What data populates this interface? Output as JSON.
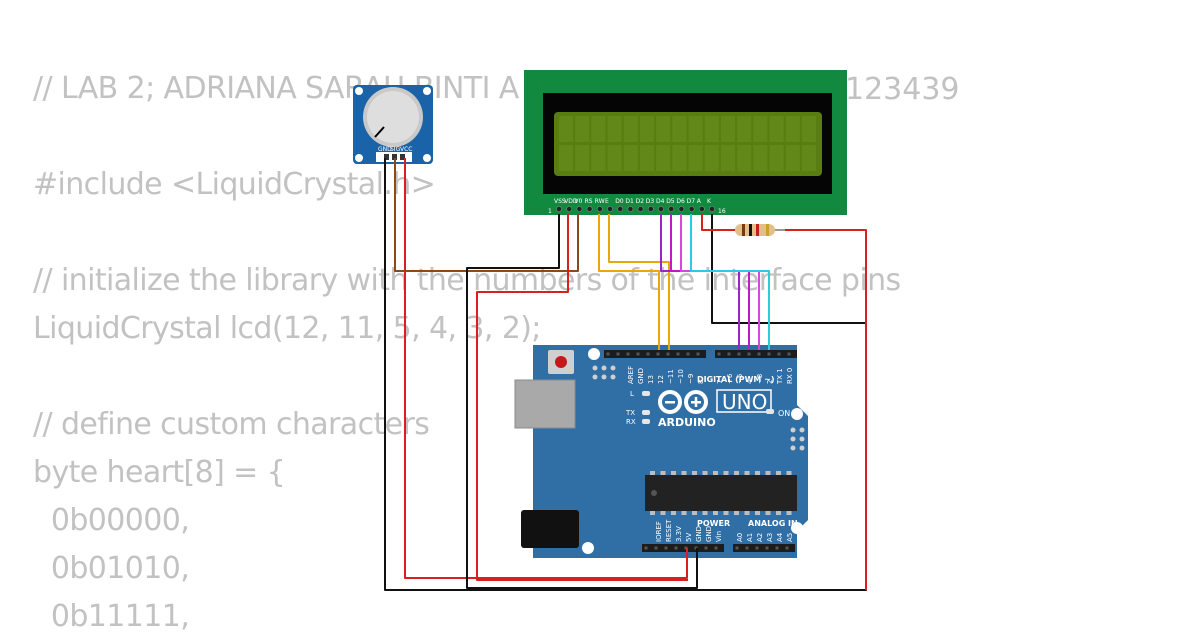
{
  "code_background": {
    "lines": [
      "// LAB 2; ADRIANA SARAH BINTI A",
      "",
      "#include <LiquidCrystal.h>",
      "",
      "// initialize the library with the numbers of the interface pins",
      "LiquidCrystal lcd(12, 11, 5, 4, 3, 2);",
      "",
      "// define custom characters",
      "byte heart[8] = {",
      "  0b00000,",
      "  0b01010,",
      "  0b11111,"
    ],
    "visible_fragment_right": "123439"
  },
  "lcd": {
    "pin_labels": [
      "VSS",
      "VDD",
      "V0",
      "RS",
      "RW",
      "E",
      "D0",
      "D1",
      "D2",
      "D3",
      "D4",
      "D5",
      "D6",
      "D7",
      "A",
      "K"
    ],
    "pin_first": "1",
    "pin_last": "16"
  },
  "potentiometer": {
    "pin_labels": [
      "GND",
      "SIG",
      "VCC"
    ]
  },
  "arduino": {
    "brand": "ARDUINO",
    "model": "UNO",
    "digital_label": "DIGITAL (PWM ~)",
    "power_label": "POWER",
    "analog_label": "ANALOG IN",
    "on_label": "ON",
    "led_labels": [
      "L",
      "TX",
      "RX"
    ],
    "digital_pins": [
      "AREF",
      "GND",
      "13",
      "12",
      "~11",
      "~10",
      "~9",
      "8",
      "7",
      "~6",
      "~5",
      "4",
      "~3",
      "2",
      "TX 1",
      "RX 0"
    ],
    "power_pins": [
      "IOREF",
      "RESET",
      "3.3V",
      "5V",
      "GND",
      "GND",
      "Vin"
    ],
    "analog_pins": [
      "A0",
      "A1",
      "A2",
      "A3",
      "A4",
      "A5"
    ]
  },
  "colors": {
    "board_blue": "#2f6fa6",
    "lcd_green": "#118a3f",
    "lcd_screen": "#5a7d12",
    "pot_blue": "#1b63a8",
    "wire_black": "#111111",
    "wire_red": "#d8201c",
    "wire_brown": "#8b4a17",
    "wire_orange": "#e8a70a",
    "wire_magenta": "#c118c8",
    "wire_purple": "#9a24c6",
    "wire_cyan": "#2ccbe0",
    "code_gray": "#c2c2c2"
  }
}
